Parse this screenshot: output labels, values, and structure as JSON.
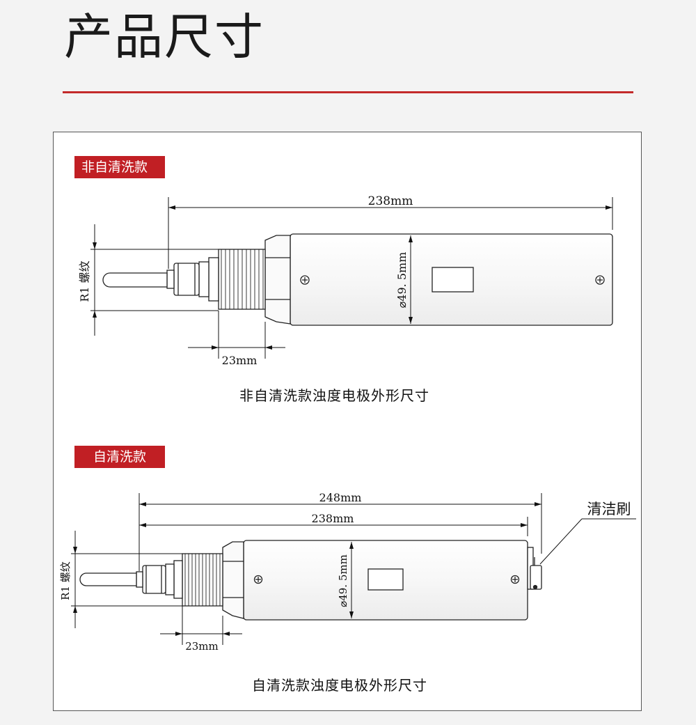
{
  "page": {
    "title": "产品尺寸",
    "accent_color": "#c11f24"
  },
  "variant_non_cleaning": {
    "badge": "非自清洗款",
    "caption": "非自清洗款浊度电极外形尺寸",
    "total_length": "238mm",
    "diameter": "⌀49. 5mm",
    "thread_length": "23mm",
    "thread_label": "R1 螺纹"
  },
  "variant_self_cleaning": {
    "badge": "自清洗款",
    "caption": "自清洗款浊度电极外形尺寸",
    "total_length": "248mm",
    "body_length": "238mm",
    "diameter": "⌀49. 5mm",
    "thread_length": "23mm",
    "thread_label": "R1 螺纹",
    "brush_label": "清洁刷"
  }
}
